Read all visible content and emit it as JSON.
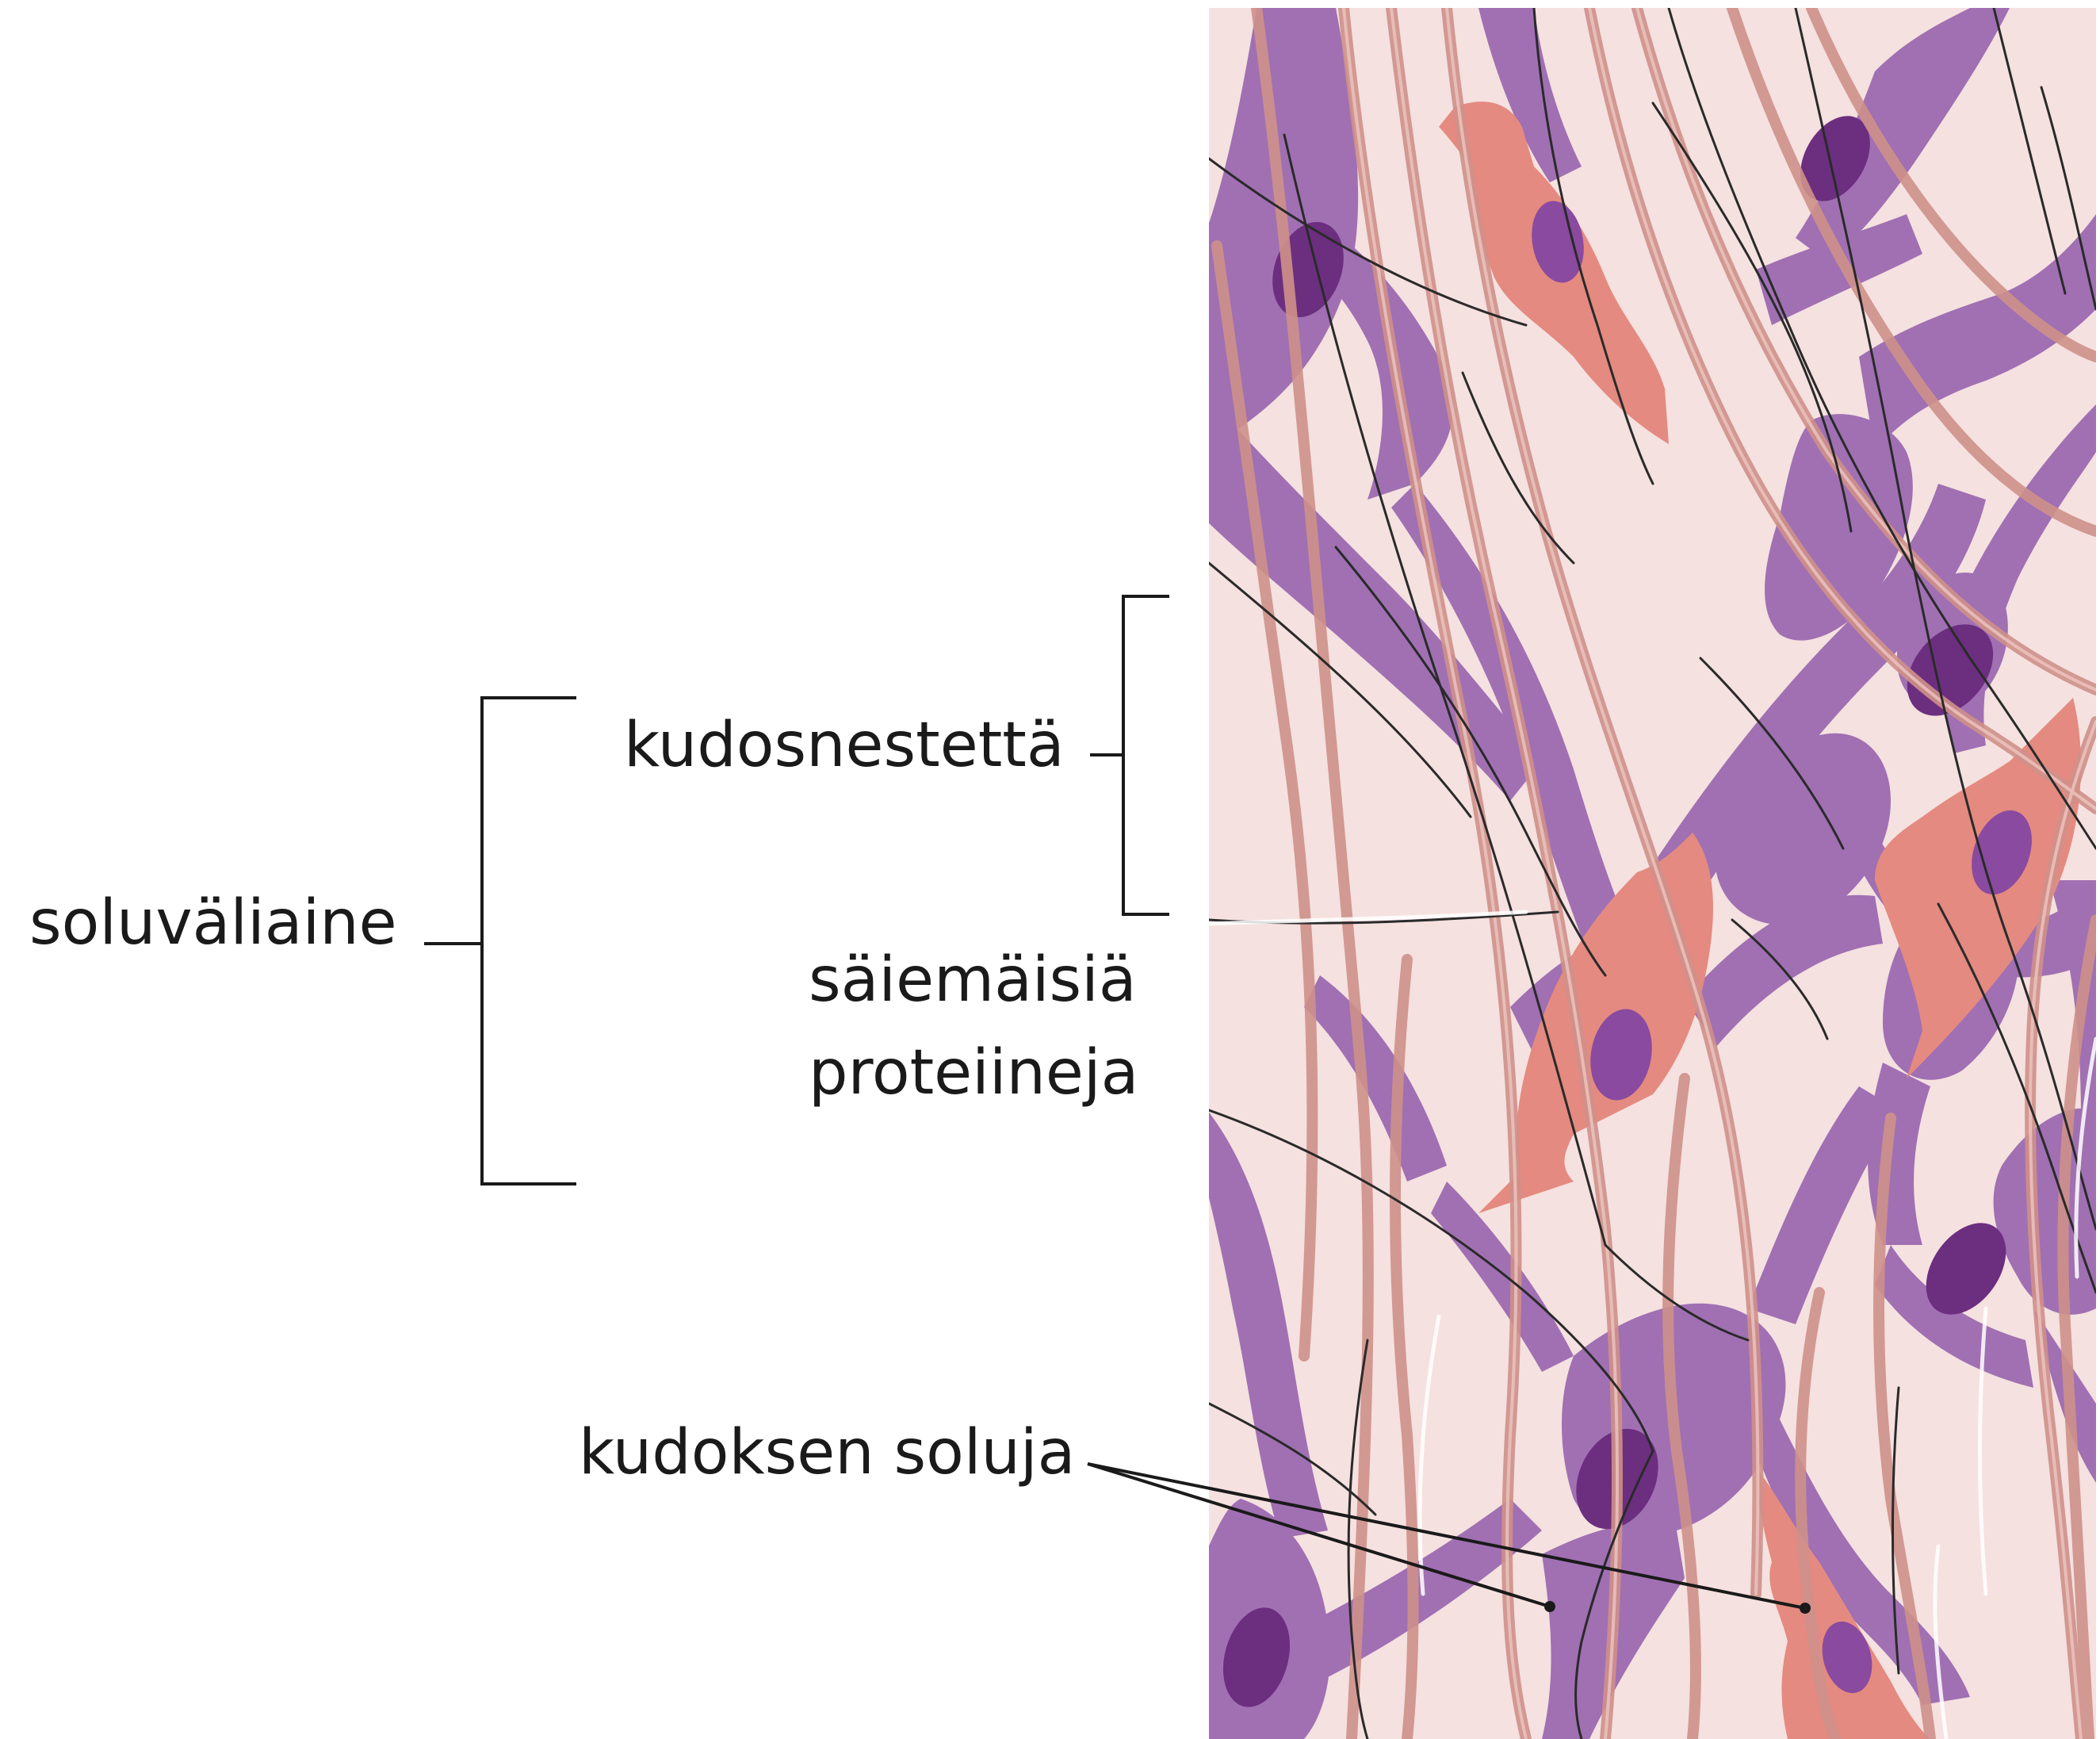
{
  "labels": {
    "extracellular_matrix": "soluväliaine",
    "tissue_fluid": "kudosnestettä",
    "fibrous_proteins_line1": "säiemäisiä",
    "fibrous_proteins_line2": "proteiineja",
    "tissue_cells": "kudoksen soluja"
  },
  "colors": {
    "background_fluid": "#f5e1df",
    "purple_cell": "#a070b3",
    "purple_nucleus": "#6c2e7f",
    "pink_cell": "#e48a80",
    "collagen_fiber": "#d49a94",
    "elastic_fiber": "#2a2a2a",
    "label_text": "#1a1a1a"
  }
}
